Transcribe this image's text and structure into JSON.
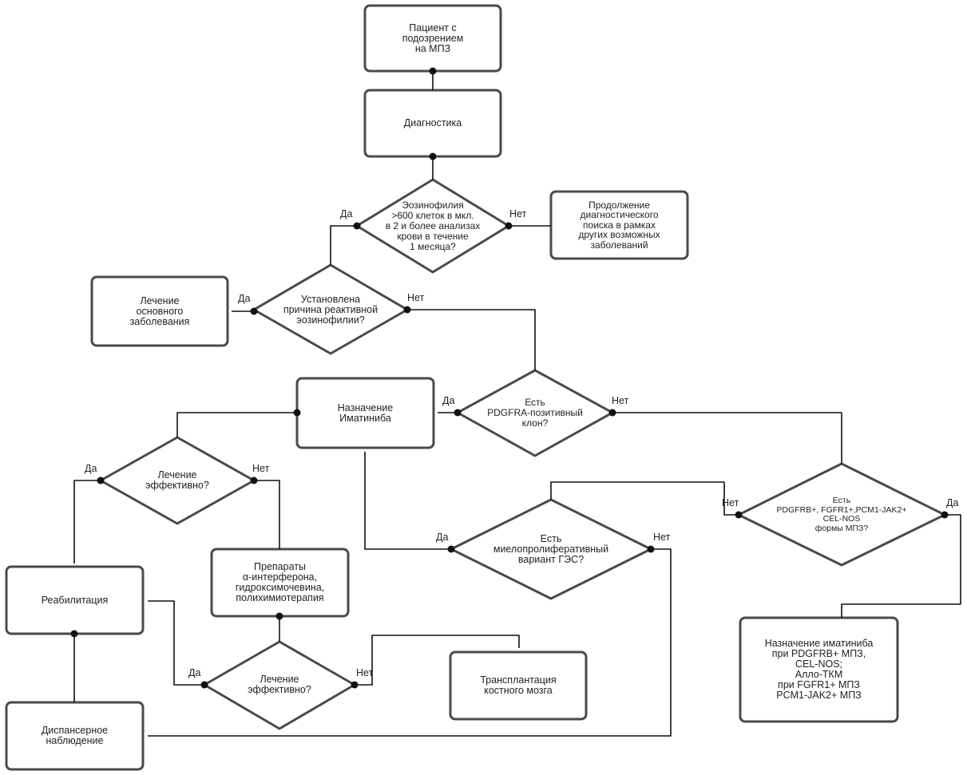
{
  "nodes": {
    "patient": "Пациент с\nподозрением\nна МПЗ",
    "diagnostics": "Диагностика",
    "q_eosinophilia": "Эозинофилия\n>600 клеток в мкл.\nв 2 и более анализах\nкрови в течение\n1 месяца?",
    "continue_search": "Продолжение\nдиагностического\nпоиска в рамках\nдругих возможных\nзаболеваний",
    "q_reactive": "Установлена\nпричина реактивной\nэозинофилии?",
    "treat_underlying": "Лечение\nосновного\nзаболевания",
    "q_pdgfra": "Есть\nPDGFRA-позитивный\nклон?",
    "imatinib": "Назначение\nИматиниба",
    "q_effective_1": "Лечение\nэффективно?",
    "q_other_forms": "Есть\nPDGFRB+, FGFR1+,PCM1-JAK2+\nCEL-NOS\nформы МПЗ?",
    "q_mpv": "Есть\nмиелопролиферативный\nвариант ГЭС?",
    "rehab": "Реабилитация",
    "interferon": "Препараты\nα-интерферона,\nгидроксимочевина,\nполихимиотерапия",
    "imatinib_forms": "Назначение иматиниба\nпри PDGFRB+ МПЗ,\nCEL-NOS;\nАлло-ТКМ\nпри FGFR1+ МПЗ\nPCM1-JAK2+ МПЗ",
    "q_effective_2": "Лечение\nэффективно?",
    "transplant": "Трансплантация\nкостного мозга",
    "observation": "Диспансерное\nнаблюдение"
  },
  "edge_labels": {
    "yes": "Да",
    "no": "Нет"
  },
  "colors": {
    "stroke": "#4a4a4a",
    "background": "#ffffff",
    "text": "#222222"
  }
}
